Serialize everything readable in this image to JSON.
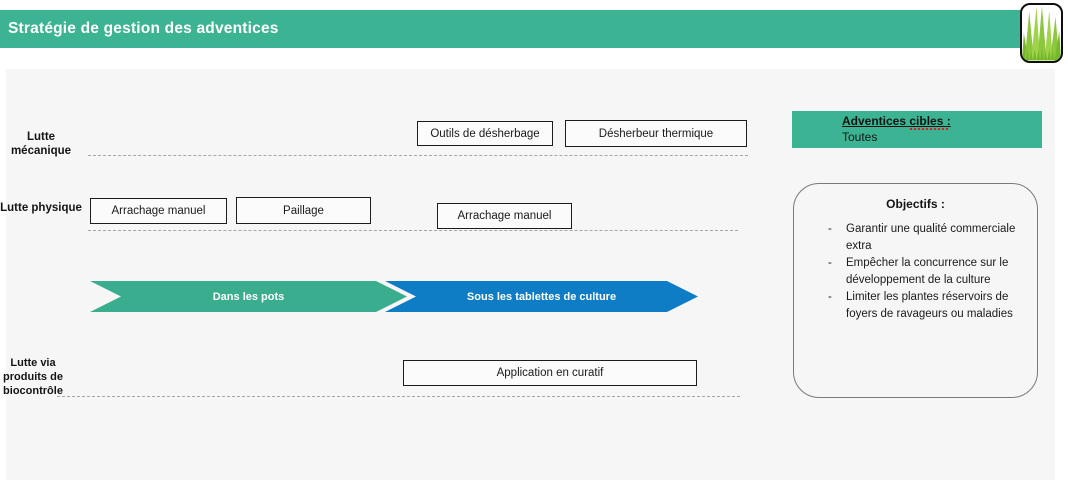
{
  "title_bar": {
    "title": "Stratégie de gestion des adventices"
  },
  "methods": {
    "mecanique": {
      "label": "Lutte mécanique",
      "boxes": [
        "Outils de désherbage",
        "Désherbeur thermique"
      ]
    },
    "physique": {
      "label": "Lutte physique",
      "boxes": [
        "Arrachage manuel",
        "Paillage",
        "Arrachage manuel"
      ]
    },
    "biocontrole": {
      "label": "Lutte via produits de biocontrôle",
      "boxes": [
        "Application en curatif"
      ]
    }
  },
  "zones": {
    "pots": "Dans les pots",
    "tablettes": "Sous les tablettes de culture"
  },
  "adventices": {
    "title": "Adventices cibles :",
    "value": "Toutes"
  },
  "objectifs": {
    "title": "Objectifs :",
    "items": [
      "Garantir une qualité commerciale extra",
      "Empêcher la concurrence sur le développement de la culture",
      "Limiter les plantes réservoirs de foyers de ravageurs ou maladies"
    ]
  },
  "colors": {
    "teal": "#3CB493",
    "arrow_teal": "#3AAD8E",
    "arrow_blue": "#0E7DC6",
    "slide_background": "#f6f6f6",
    "spellcheck_red": "#cc2222"
  }
}
